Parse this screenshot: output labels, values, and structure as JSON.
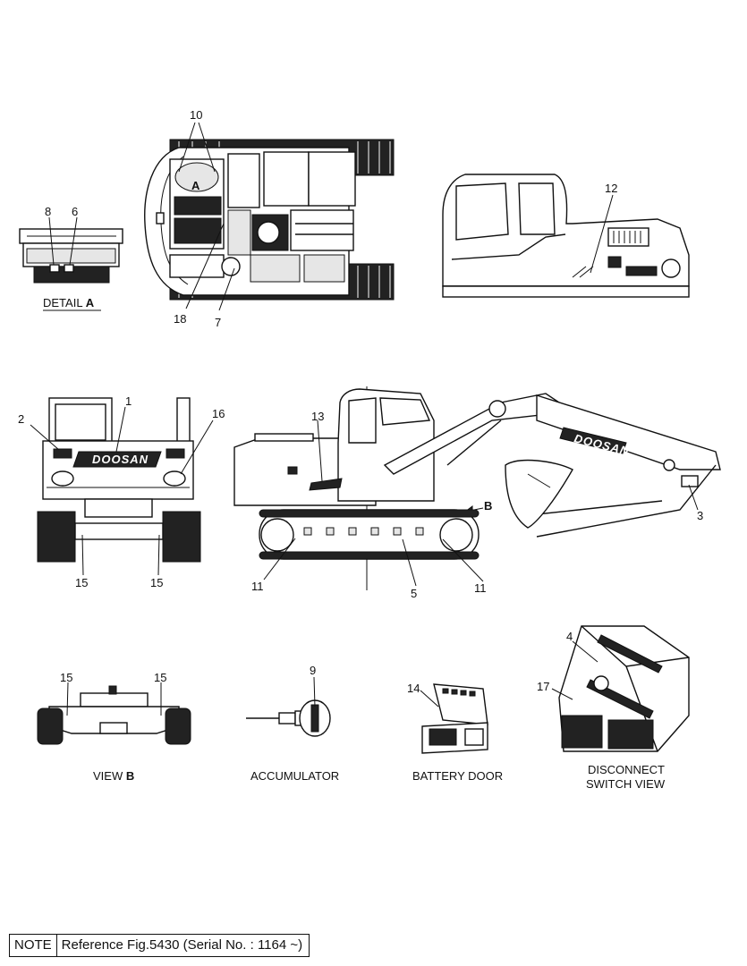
{
  "labels": {
    "l1": "1",
    "l2": "2",
    "l3": "3",
    "l4": "4",
    "l5": "5",
    "l6": "6",
    "l7": "7",
    "l8": "8",
    "l9": "9",
    "l10": "10",
    "l11": "11",
    "l12": "12",
    "l13": "13",
    "l14": "14",
    "l15": "15",
    "l16": "16",
    "l17": "17",
    "l18": "18",
    "a": "A",
    "b": "B"
  },
  "captions": {
    "detail_prefix": "DETAIL",
    "detail_letter": "A",
    "view_prefix": "VIEW",
    "view_letter": "B",
    "accumulator": "ACCUMULATOR",
    "battery_door": "BATTERY DOOR",
    "disconnect_line1": "DISCONNECT",
    "disconnect_line2": "SWITCH VIEW"
  },
  "logo_text": "DOOSAN",
  "note": {
    "label": "NOTE",
    "text": "Reference Fig.5430 (Serial No. : 1164 ~)"
  }
}
